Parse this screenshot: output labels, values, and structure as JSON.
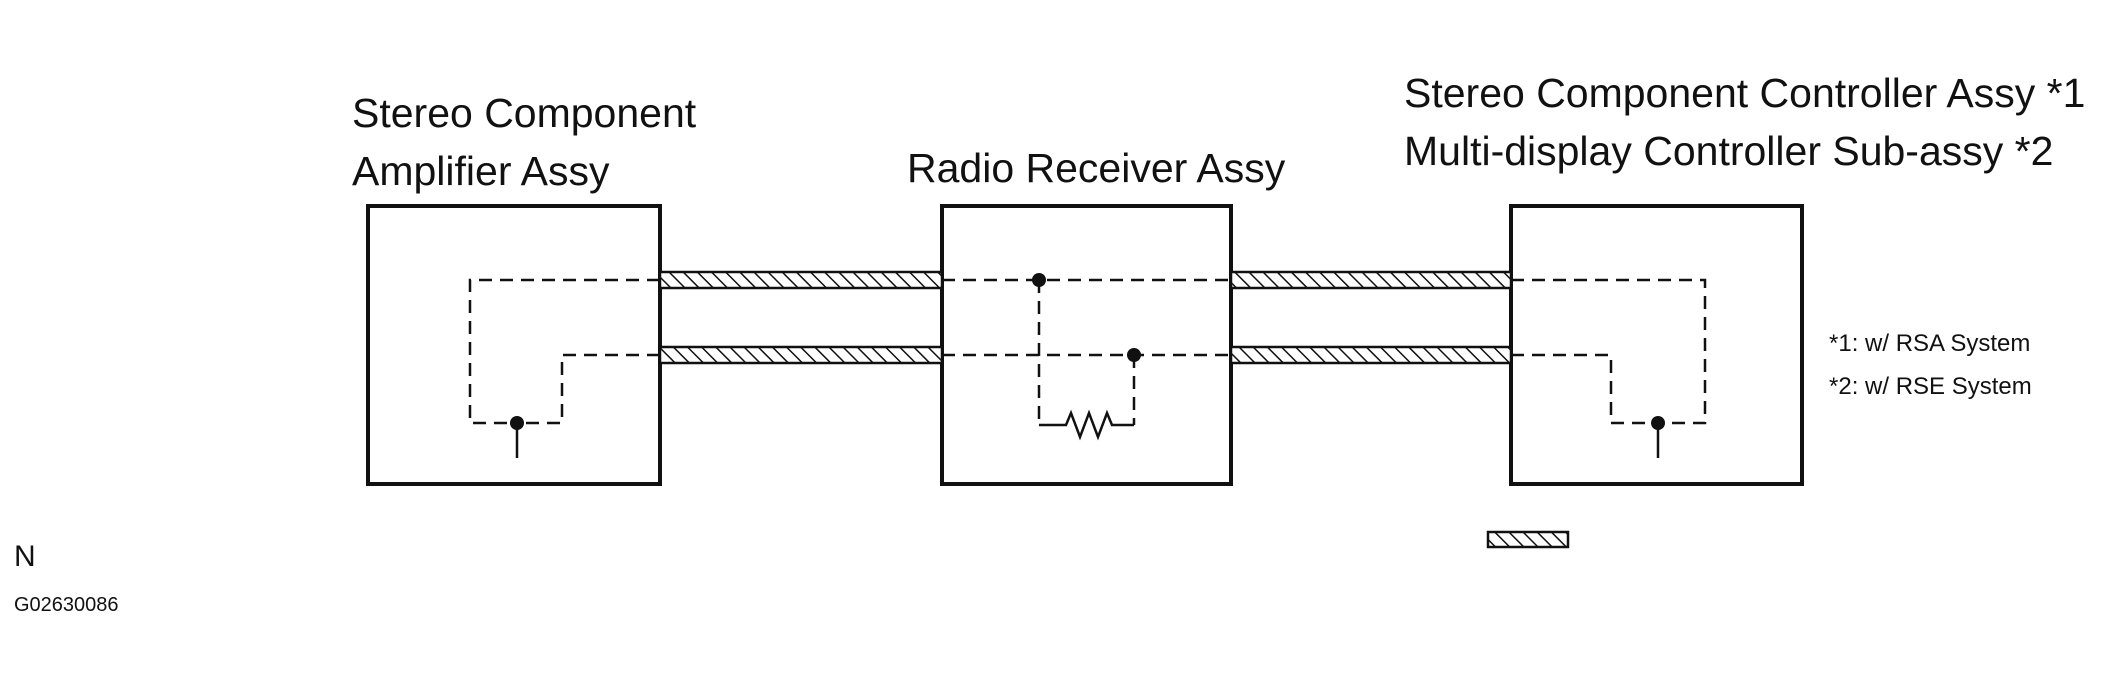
{
  "components": {
    "amplifier": {
      "line1": "Stereo Component",
      "line2": "Amplifier Assy"
    },
    "radio": {
      "line1": "Radio Receiver Assy"
    },
    "controller": {
      "line1": "Stereo Component Controller Assy *1",
      "line2": "Multi-display Controller Sub-assy *2"
    }
  },
  "notes": [
    "*1: w/ RSA System",
    "*2: w/ RSE System"
  ],
  "footer": {
    "letter": "N",
    "code": "G02630086"
  },
  "colors": {
    "line": "#111111",
    "background": "#ffffff"
  }
}
